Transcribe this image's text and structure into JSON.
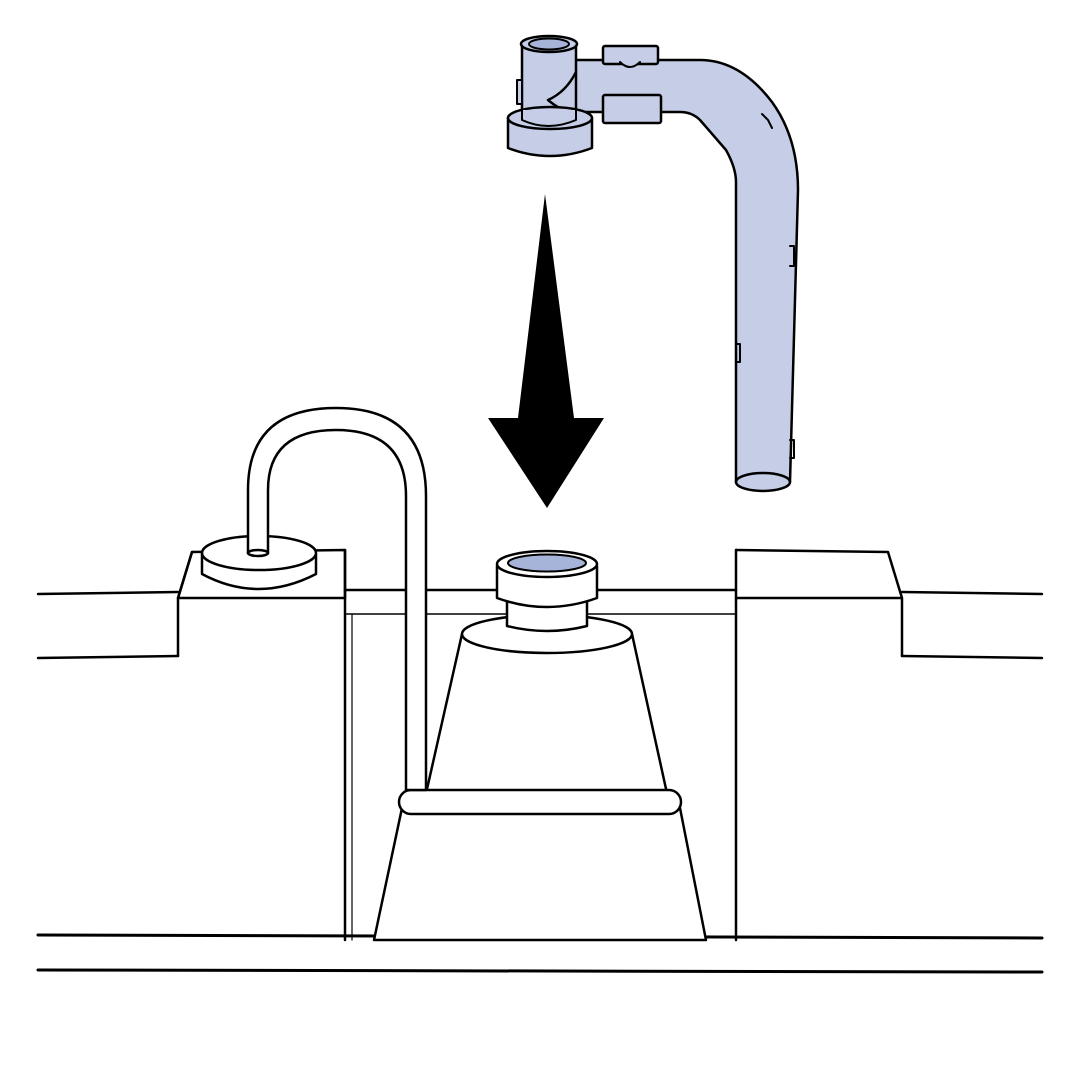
{
  "diagram": {
    "caption": "",
    "colors": {
      "outline": "#000000",
      "background": "#ffffff",
      "part_fill": "#c5cee6",
      "part_fill_dark": "#a6b4d9",
      "arrow": "#000000"
    },
    "parts": [
      {
        "id": "elbow-connector",
        "icon": "l-shaped-pipe-connector"
      },
      {
        "id": "receiving-port",
        "icon": "round-port-with-collar"
      },
      {
        "id": "bent-tube",
        "icon": "u-bent-tube-with-cap"
      },
      {
        "id": "tray-base",
        "icon": "stepped-tray-housing"
      },
      {
        "id": "tapered-housing",
        "icon": "tapered-block"
      }
    ],
    "instruction": {
      "direction": "down",
      "icon": "down-arrow-icon"
    }
  }
}
